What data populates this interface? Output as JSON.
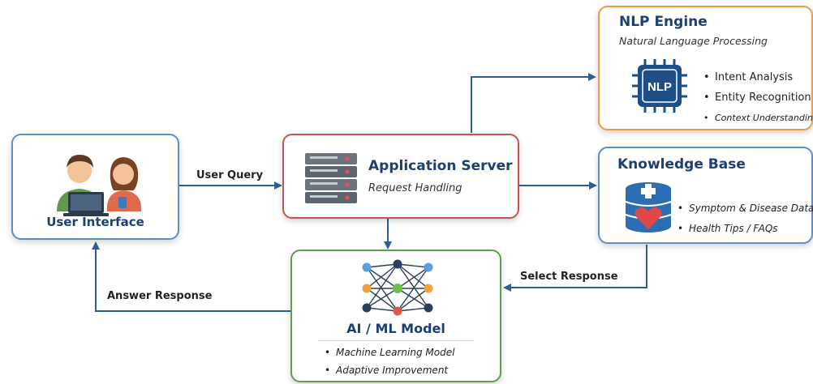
{
  "user_interface": {
    "title": "User Interface"
  },
  "app_server": {
    "title": "Application Server",
    "subtitle": "Request Handling"
  },
  "nlp_engine": {
    "title": "NLP Engine",
    "subtitle": "Natural Language Processing",
    "chip_text": "NLP",
    "items": [
      "Intent Analysis",
      "Entity Recognition",
      "Context Understanding"
    ]
  },
  "knowledge_base": {
    "title": "Knowledge Base",
    "items": [
      "Symptom & Disease Data",
      "Health Tips / FAQs"
    ]
  },
  "ai_model": {
    "title": "AI / ML Model",
    "items": [
      "Machine Learning Model",
      "Adaptive Improvement"
    ]
  },
  "edges": {
    "user_query": "User Query",
    "select_response": "Select Response",
    "answer_response": "Answer Response"
  },
  "colors": {
    "arrow": "#2d5f96",
    "title": "#1d3f72",
    "ui_border": "#5b8fc7",
    "server_border": "#c9534f",
    "nlp_border": "#ef9b4a",
    "kb_border": "#5b8fc7",
    "model_border": "#5d9e50"
  }
}
